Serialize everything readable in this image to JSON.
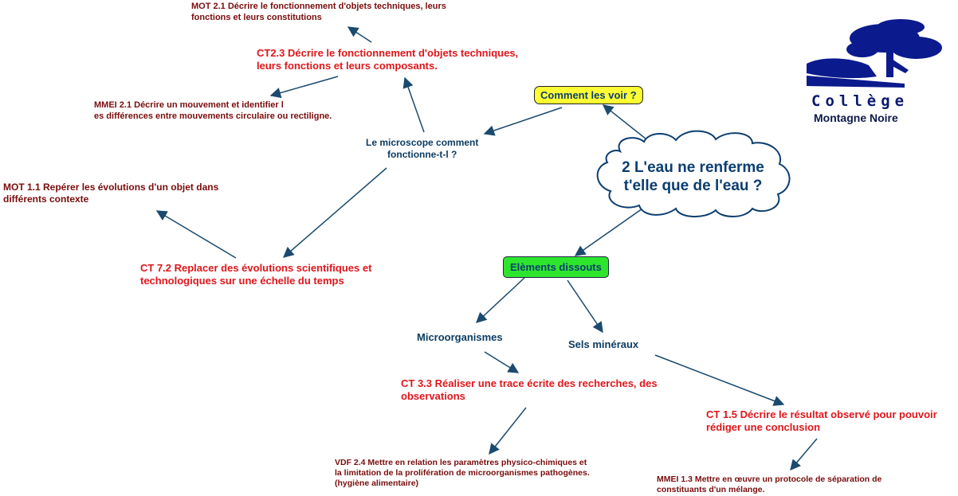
{
  "logo": {
    "line1": "Collège",
    "line2": "Montagne Noire",
    "colors": {
      "tree": "#0b1a8c",
      "text": "#0b1a6e"
    }
  },
  "central": {
    "text": "2 L'eau ne renferme\nt'elle que de l'eau ?"
  },
  "boxes": {
    "comment_voir": "Comment les voir ?",
    "elements_dissous": "Elèments dissouts"
  },
  "nodes": {
    "mot21": "MOT 2.1 Décrire le fonctionnement d'objets techniques, leurs\nfonctions et leurs constitutions",
    "ct23": "CT2.3 Décrire le fonctionnement d'objets techniques,\nleurs fonctions et leurs composants.",
    "mmei21": "MMEI 2.1 Décrire un mouvement et identifier l\nes différences entre mouvements circulaire ou rectiligne.",
    "microscope": "Le microscope comment\nfonctionne-t-l ?",
    "mot11": "MOT 1.1 Repérer les évolutions d'un objet dans\ndifférents contexte",
    "ct72": "CT 7.2 Replacer des évolutions scientifiques et\ntechnologiques sur une échelle du temps",
    "microorganismes": "Microorganismes",
    "sels": "Sels minéraux",
    "ct33": "CT 3.3  Réaliser une trace écrite des recherches, des\nobservations",
    "ct15": "CT 1.5 Décrire le résultat observé pour pouvoir\nrédiger une conclusion",
    "vdf24": "VDF 2.4 Mettre en relation les paramètres physico-chimiques et\nla limitation de la prolifération de microorganismes pathogènes.\n(hygiène alimentaire)",
    "mmei13": "MMEI 1.3 Mettre en œuvre un protocole de séparation de\nconstituants d'un mélange."
  },
  "colors": {
    "arrow": "#1a4a6e",
    "dark_red": "#7a0c0c",
    "red": "#e0161b",
    "blue": "#0d3d63",
    "yellow": "#ffff33",
    "green": "#2ee52e"
  }
}
